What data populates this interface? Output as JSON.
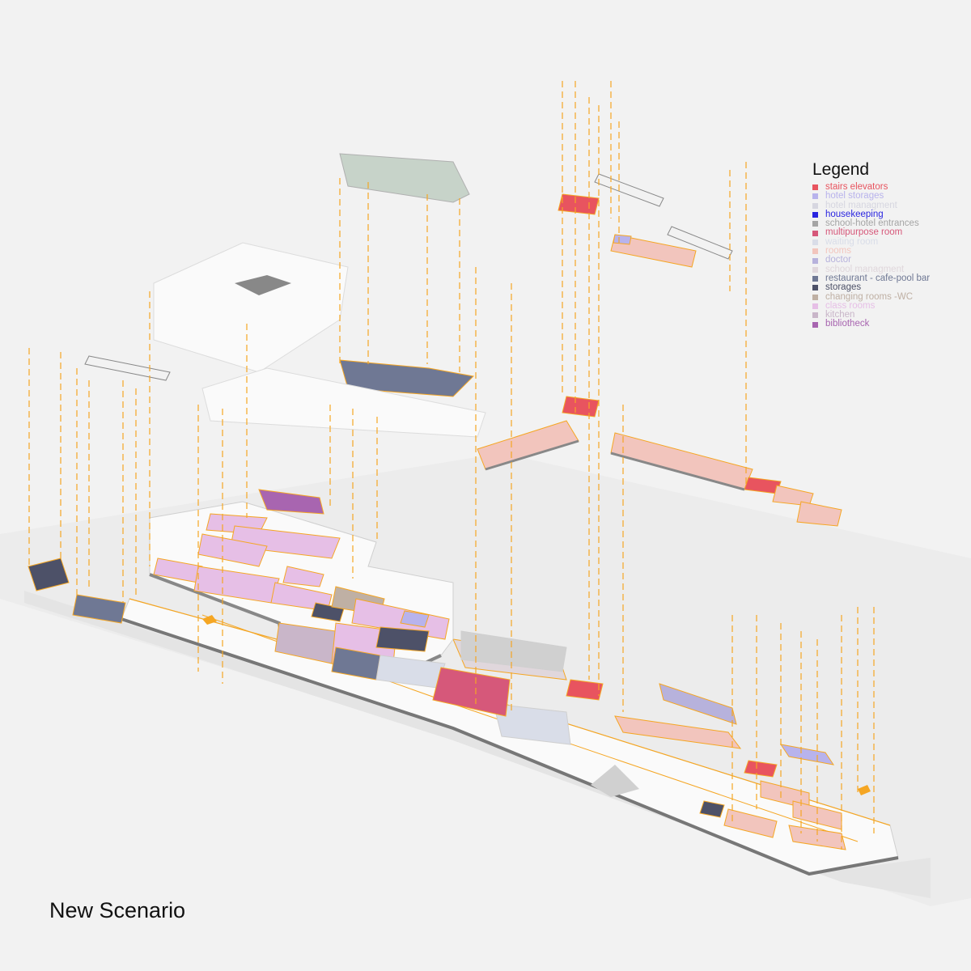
{
  "legend": {
    "title": "Legend",
    "items": [
      {
        "label": "stairs elevators",
        "color": "#e8545f"
      },
      {
        "label": "hotel storages",
        "color": "#b8b3ec"
      },
      {
        "label": "hotel managment",
        "color": "#d6d6e0"
      },
      {
        "label": "housekeeping",
        "color": "#2a25e0"
      },
      {
        "label": "school-hotel entrances",
        "color": "#a5a5a5"
      },
      {
        "label": "multipurpose room",
        "color": "#d6587a"
      },
      {
        "label": "waiting room",
        "color": "#d9dde8"
      },
      {
        "label": "rooms",
        "color": "#f2c5bd"
      },
      {
        "label": "doctor",
        "color": "#b7b2dc"
      },
      {
        "label": "school managment",
        "color": "#e0d7dc"
      },
      {
        "label": "restaurant - cafe-pool bar",
        "color": "#6f7894"
      },
      {
        "label": "storages",
        "color": "#4d5168"
      },
      {
        "label": "changing rooms -WC",
        "color": "#bfb0a4"
      },
      {
        "label": "class rooms",
        "color": "#e6bfe6"
      },
      {
        "label": "kitchen",
        "color": "#c9b6c9"
      },
      {
        "label": "bibliotheck",
        "color": "#a865b0"
      }
    ]
  },
  "caption": "New Scenario",
  "colors": {
    "background": "#f2f2f2",
    "projection_line": "#f5a623",
    "wall_shadow": "#8c8c8c",
    "slab": "#fafafa"
  }
}
